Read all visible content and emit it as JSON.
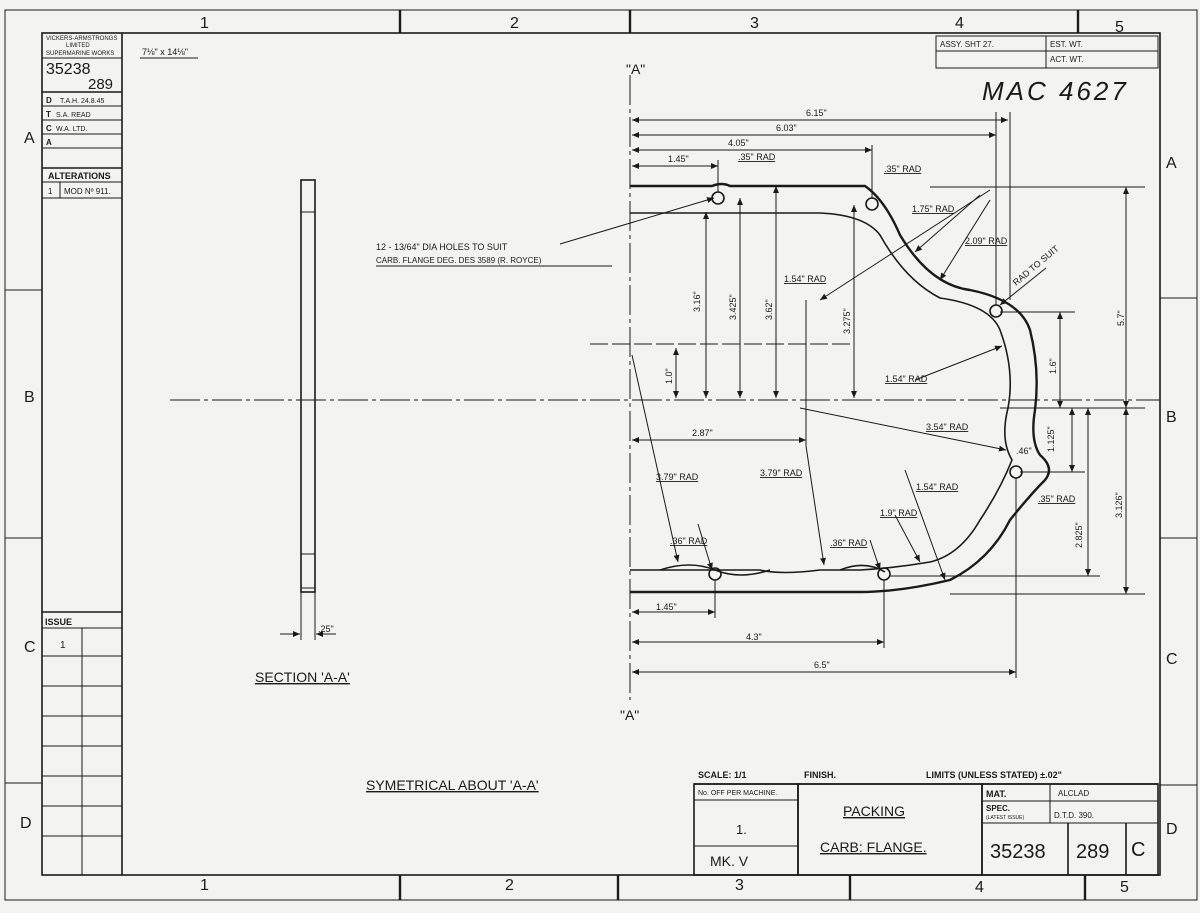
{
  "grid": {
    "top_cols": [
      "1",
      "2",
      "3",
      "4",
      "5"
    ],
    "bottom_cols": [
      "1",
      "2",
      "3",
      "4",
      "5"
    ],
    "left_rows": [
      "A",
      "B",
      "C",
      "D"
    ],
    "right_rows": [
      "A",
      "B",
      "C",
      "D"
    ]
  },
  "header_box": {
    "maker_line1": "VICKERS-ARMSTRONGS",
    "maker_line2": "LIMITED",
    "maker_line3": "SUPERMARINE WORKS",
    "drawing_no": "35238",
    "sheet_no": "289",
    "size_note": "7⅛\" x 14⅛\"",
    "rows": [
      {
        "key": "D",
        "value": "T.A.H. 24.8.45"
      },
      {
        "key": "T",
        "value": "S.A. READ"
      },
      {
        "key": "C",
        "value": "W.A. LTD."
      },
      {
        "key": "A",
        "value": ""
      }
    ],
    "alterations_title": "ALTERATIONS",
    "alteration_index": "1",
    "alteration_text": "MOD Nº 911.",
    "issue_title": "ISSUE",
    "issue_value": "1"
  },
  "weights_box": {
    "assy": "ASSY. SHT 27.",
    "est": "EST. WT.",
    "act": "ACT. WT."
  },
  "stamp": "MAC 4627",
  "section_marks": {
    "top": "\"A\"",
    "bottom": "\"A\""
  },
  "section": {
    "label": "SECTION 'A-A'",
    "thickness": ".25\""
  },
  "note": {
    "line1": "12 - 13/64\" DIA HOLES TO SUIT",
    "line2": "CARB. FLANGE DEG. DES 3589 (R. ROYCE)"
  },
  "dimensions": [
    {
      "id": "d615",
      "text": "6.15\""
    },
    {
      "id": "d603",
      "text": "6.03\""
    },
    {
      "id": "d405",
      "text": "4.05\""
    },
    {
      "id": "d145t",
      "text": "1.45\""
    },
    {
      "id": "r035a",
      "text": ".35\" RAD"
    },
    {
      "id": "r035b",
      "text": ".35\" RAD"
    },
    {
      "id": "r175",
      "text": "1.75\" RAD"
    },
    {
      "id": "r209",
      "text": "2.09\" RAD"
    },
    {
      "id": "rsuit",
      "text": "RAD TO SUIT"
    },
    {
      "id": "r154a",
      "text": "1.54\" RAD"
    },
    {
      "id": "r154b",
      "text": "1.54\" RAD"
    },
    {
      "id": "r154c",
      "text": "1.54\" RAD"
    },
    {
      "id": "v316",
      "text": "3.16\""
    },
    {
      "id": "v3425",
      "text": "3.425\""
    },
    {
      "id": "v362",
      "text": "3.62\""
    },
    {
      "id": "v3275",
      "text": "3.275\""
    },
    {
      "id": "v10",
      "text": "1.0\""
    },
    {
      "id": "h287",
      "text": "2.87\""
    },
    {
      "id": "r354",
      "text": "3.54\" RAD"
    },
    {
      "id": "r379a",
      "text": "3.79\" RAD"
    },
    {
      "id": "r379b",
      "text": "3.79\" RAD"
    },
    {
      "id": "d046",
      "text": ".46\""
    },
    {
      "id": "r035c",
      "text": ".35\" RAD"
    },
    {
      "id": "r19",
      "text": "1.9\" RAD"
    },
    {
      "id": "r036a",
      "text": ".36\" RAD"
    },
    {
      "id": "r036b",
      "text": ".36\" RAD"
    },
    {
      "id": "v57",
      "text": "5.7\""
    },
    {
      "id": "v16",
      "text": "1.6\""
    },
    {
      "id": "v1125",
      "text": "1.125\""
    },
    {
      "id": "v3126",
      "text": "3.126\""
    },
    {
      "id": "v2825",
      "text": "2.825\""
    },
    {
      "id": "d145b",
      "text": "1.45\""
    },
    {
      "id": "d43",
      "text": "4.3\""
    },
    {
      "id": "d65",
      "text": "6.5\""
    }
  ],
  "symmetry_note": "SYMETRICAL  ABOUT  'A-A'",
  "title_block": {
    "scale": "SCALE: 1/1",
    "finish": "FINISH.",
    "limits": "LIMITS (UNLESS STATED) ±.02\"",
    "no_off": "No. OFF PER MACHINE.",
    "qty": "1.",
    "mark": "MK. V",
    "title1": "PACKING",
    "title2": "CARB:  FLANGE.",
    "mat_label": "MAT.",
    "mat_value": "ALCLAD",
    "spec_label": "SPEC.",
    "spec_sub": "(LATEST ISSUE)",
    "spec_value": "D.T.D. 390.",
    "drawing_no": "35238",
    "sheet_no": "289",
    "suffix": "C"
  }
}
